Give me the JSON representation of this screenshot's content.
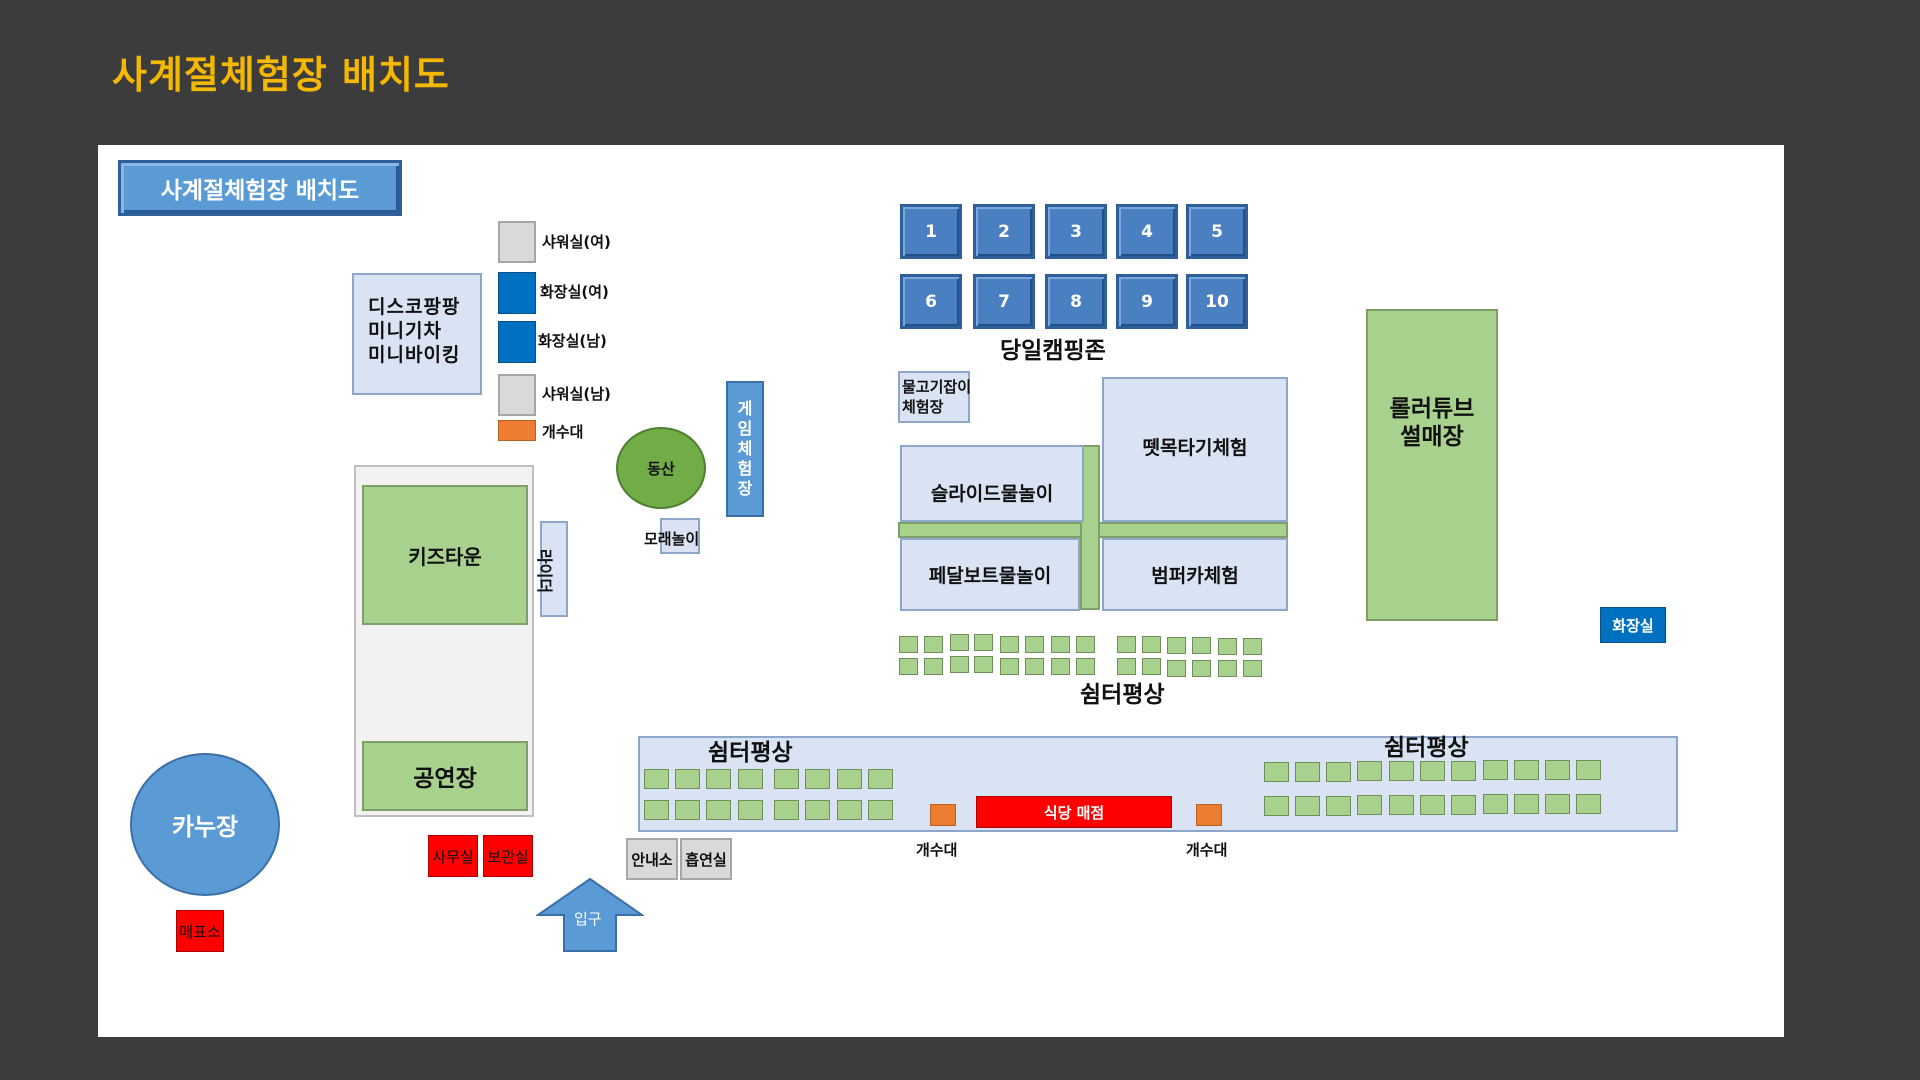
{
  "page_title": "사계절체험장 배치도",
  "map": {
    "header_badge": "사계절체험장 배치도",
    "shower_women": "샤워실(여)",
    "toilet_women": "화장실(여)",
    "toilet_men": "화장실(남)",
    "shower_men": "샤워실(남)",
    "sink_label": "개수대",
    "disco_rides": "디스코팡팡\n미니기차\n미니바이킹",
    "game_zone": "게\n임\n체\n험\n장",
    "hill": "동산",
    "sand_play": "모래놀이",
    "kids_town": "키즈타운",
    "rider": "라이더",
    "stage": "공연장",
    "canoe": "카누장",
    "office": "사무실",
    "storage": "보관실",
    "ticket": "매표소",
    "entrance": "입구",
    "info": "안내소",
    "smoking": "흡연실",
    "camping_sites": [
      "1",
      "2",
      "3",
      "4",
      "5",
      "6",
      "7",
      "8",
      "9",
      "10"
    ],
    "camping_zone": "당일캠핑존",
    "fishing": "물고기잡이\n체험장",
    "slide_water": "슬라이드물놀이",
    "raft": "뗏목타기체험",
    "pedal_boat": "페달보트물놀이",
    "bumper_car": "범퍼카체험",
    "roller_sled": "롤러튜브\n썰매장",
    "toilet": "화장실",
    "shelter": "쉼터평상",
    "restaurant": "식당 매점",
    "sink_left": "개수대",
    "sink_right": "개수대"
  },
  "colors": {
    "title": "#f5b800",
    "light_blue": "#dae3f3",
    "green": "#a9d18e",
    "blue": "#0070c0",
    "orange": "#ed7d31",
    "red": "#ff0000",
    "circle_blue": "#5b9bd5",
    "circle_green": "#70ad47"
  }
}
